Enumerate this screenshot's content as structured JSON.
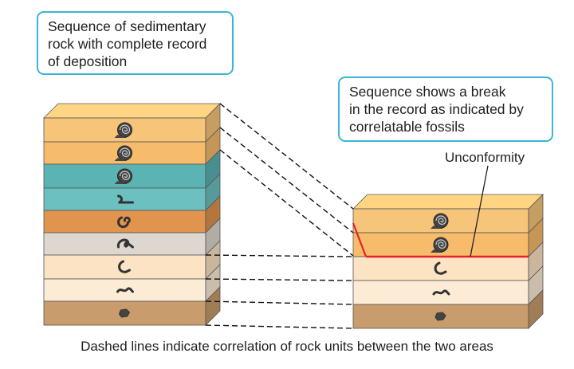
{
  "callouts": {
    "left": "Sequence of sedimentary\nrock with complete record\nof deposition",
    "right": "Sequence shows a break\nin the record as indicated by\ncorrelatable fossils"
  },
  "labels": {
    "unconformity": "Unconformity",
    "caption": "Dashed lines indicate correlation of rock units between the two areas"
  },
  "colors": {
    "callout_border": "#3ab4d8",
    "unconformity_line": "#e8202a",
    "dashed_line": "#111111"
  },
  "left_column": {
    "layers": [
      {
        "name": "orange-1",
        "color": "#f7c57a",
        "fossil": "ammonite-icon"
      },
      {
        "name": "orange-2",
        "color": "#f6bc6c",
        "fossil": "ammonite-icon"
      },
      {
        "name": "teal-1",
        "color": "#5bb3b3",
        "fossil": "ammonite-icon"
      },
      {
        "name": "teal-2",
        "color": "#6cc0c0",
        "fossil": "straight-fossil-icon"
      },
      {
        "name": "dark-orange",
        "color": "#e0944e",
        "fossil": "coiled-fossil-icon"
      },
      {
        "name": "gray",
        "color": "#ddd7d0",
        "fossil": "curved-fossil-icon"
      },
      {
        "name": "cream-1",
        "color": "#fbe3c3",
        "fossil": "hook-fossil-icon"
      },
      {
        "name": "cream-2",
        "color": "#fdecd5",
        "fossil": "worm-fossil-icon"
      },
      {
        "name": "brown",
        "color": "#c89c6c",
        "fossil": "blob-fossil-icon"
      }
    ]
  },
  "right_column": {
    "layers": [
      {
        "name": "orange-1",
        "color": "#f7c57a",
        "fossil": "ammonite-icon"
      },
      {
        "name": "orange-2",
        "color": "#f6bc6c",
        "fossil": "ammonite-icon"
      },
      {
        "name": "cream-1",
        "color": "#fbe3c3",
        "fossil": "hook-fossil-icon"
      },
      {
        "name": "cream-2",
        "color": "#fdecd5",
        "fossil": "worm-fossil-icon"
      },
      {
        "name": "brown",
        "color": "#c89c6c",
        "fossil": "blob-fossil-icon"
      }
    ]
  }
}
